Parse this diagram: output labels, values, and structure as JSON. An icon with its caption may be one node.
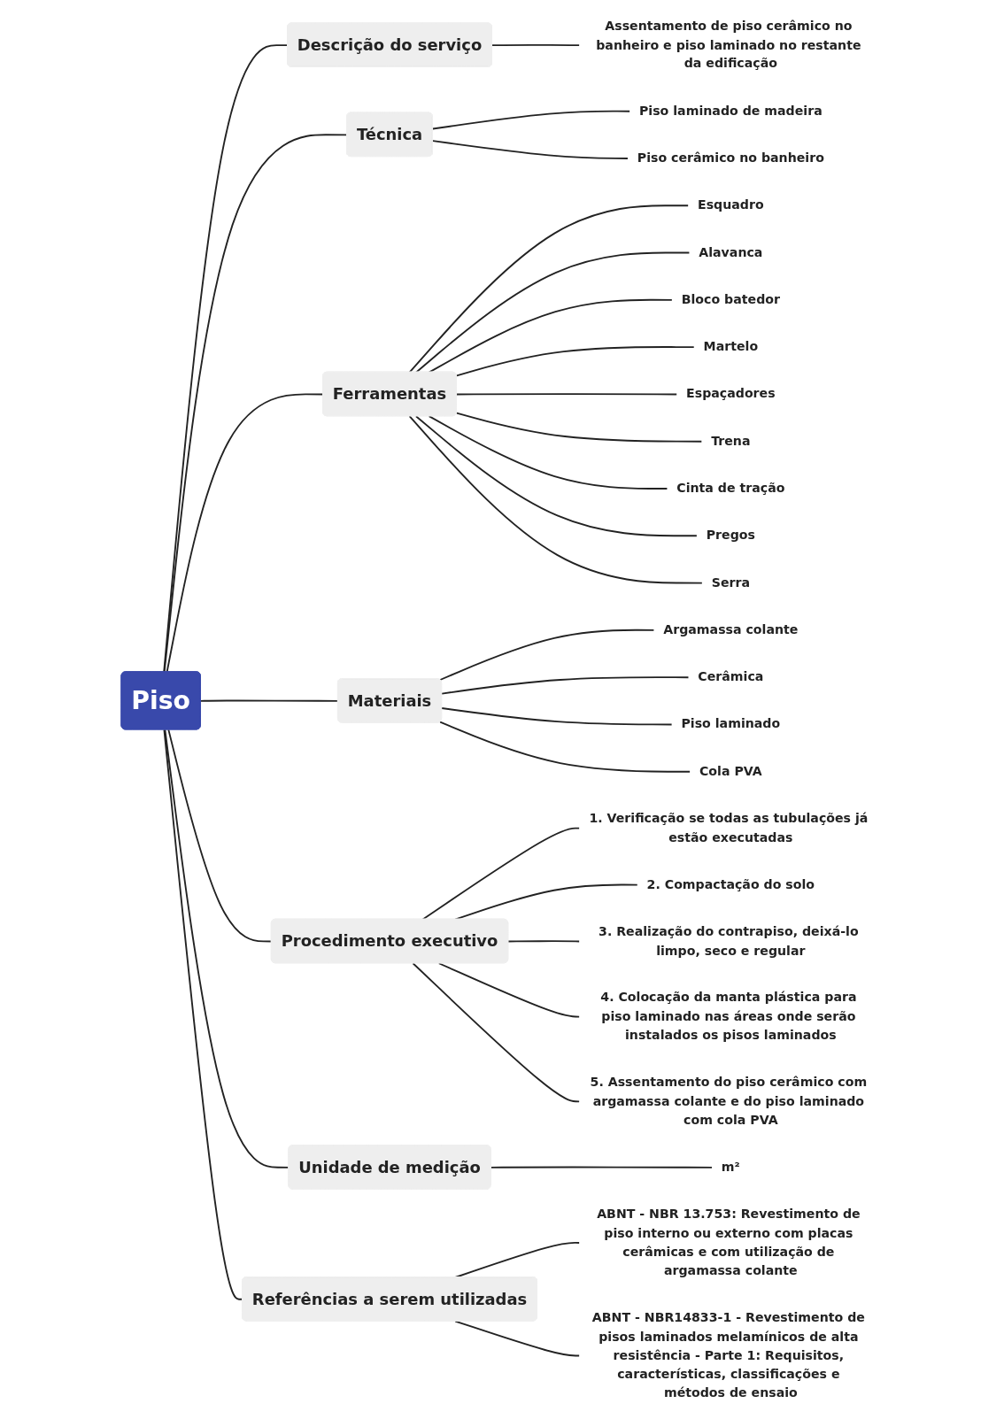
{
  "diagram": {
    "nodes": [
      {
        "text": [
          "Piso"
        ]
      },
      {
        "text": [
          "Descrição do serviço"
        ]
      },
      {
        "text": [
          "Assentamento de piso cerâmico no banheiro e piso laminado no restante da edificação"
        ]
      },
      {
        "text": [
          "Técnica"
        ]
      },
      {
        "text": [
          "Piso laminado de madeira"
        ]
      },
      {
        "text": [
          "Piso cerâmico no banheiro"
        ]
      },
      {
        "text": [
          "Ferramentas"
        ]
      },
      {
        "text": [
          "Esquadro"
        ]
      },
      {
        "text": [
          "Alavanca"
        ]
      },
      {
        "text": [
          "Bloco batedor"
        ]
      },
      {
        "text": [
          "Martelo"
        ]
      },
      {
        "text": [
          "Espaçadores"
        ]
      },
      {
        "text": [
          "Trena"
        ]
      },
      {
        "text": [
          "Cinta de tração"
        ]
      },
      {
        "text": [
          "Pregos"
        ]
      },
      {
        "text": [
          "Serra"
        ]
      },
      {
        "text": [
          "Materiais"
        ]
      },
      {
        "text": [
          "Argamassa colante"
        ]
      },
      {
        "text": [
          "Cerâmica"
        ]
      },
      {
        "text": [
          "Piso laminado"
        ]
      },
      {
        "text": [
          "Cola PVA"
        ]
      },
      {
        "text": [
          "Procedimento executivo"
        ]
      },
      {
        "text": [
          "1. Verificação se todas as tubulações já estão executadas"
        ]
      },
      {
        "text": [
          "2. Compactação do solo"
        ]
      },
      {
        "text": [
          "3. Realização do contrapiso, deixá-lo limpo, seco e regular"
        ]
      },
      {
        "text": [
          "4. Colocação da manta plástica para piso laminado nas áreas onde serão instalados os pisos laminados"
        ]
      },
      {
        "text": [
          "5. Assentamento do piso cerâmico com argamassa colante e do piso laminado com cola PVA"
        ]
      },
      {
        "text": [
          "Unidade de medição"
        ]
      },
      {
        "text": [
          "m²"
        ]
      },
      {
        "text": [
          "Referências a serem utilizadas"
        ]
      },
      {
        "text": [
          "ABNT - NBR 13.753: Revestimento de piso interno ou externo com placas cerâmicas e com utilização de argamassa colante"
        ]
      },
      {
        "text": [
          "ABNT - NBR14833-1 - Revestimento de pisos laminados melamínicos de alta resistência - Parte 1: Requisitos, características, classificações e métodos de ensaio"
        ]
      }
    ],
    "edges": [
      {
        "from": 0,
        "to": 1,
        "arrow": "none"
      },
      {
        "from": 1,
        "to": 2,
        "arrow": "none"
      },
      {
        "from": 0,
        "to": 3,
        "arrow": "none"
      },
      {
        "from": 3,
        "to": 4,
        "arrow": "none"
      },
      {
        "from": 3,
        "to": 5,
        "arrow": "none"
      },
      {
        "from": 0,
        "to": 6,
        "arrow": "none"
      },
      {
        "from": 6,
        "to": 7,
        "arrow": "none"
      },
      {
        "from": 6,
        "to": 8,
        "arrow": "none"
      },
      {
        "from": 6,
        "to": 9,
        "arrow": "none"
      },
      {
        "from": 6,
        "to": 10,
        "arrow": "none"
      },
      {
        "from": 6,
        "to": 11,
        "arrow": "none"
      },
      {
        "from": 6,
        "to": 12,
        "arrow": "none"
      },
      {
        "from": 6,
        "to": 13,
        "arrow": "none"
      },
      {
        "from": 6,
        "to": 14,
        "arrow": "none"
      },
      {
        "from": 6,
        "to": 15,
        "arrow": "none"
      },
      {
        "from": 0,
        "to": 16,
        "arrow": "none"
      },
      {
        "from": 16,
        "to": 17,
        "arrow": "none"
      },
      {
        "from": 16,
        "to": 18,
        "arrow": "none"
      },
      {
        "from": 16,
        "to": 19,
        "arrow": "none"
      },
      {
        "from": 16,
        "to": 20,
        "arrow": "none"
      },
      {
        "from": 0,
        "to": 21,
        "arrow": "none"
      },
      {
        "from": 21,
        "to": 22,
        "arrow": "none"
      },
      {
        "from": 21,
        "to": 23,
        "arrow": "none"
      },
      {
        "from": 21,
        "to": 24,
        "arrow": "none"
      },
      {
        "from": 21,
        "to": 25,
        "arrow": "none"
      },
      {
        "from": 21,
        "to": 26,
        "arrow": "none"
      },
      {
        "from": 0,
        "to": 27,
        "arrow": "none"
      },
      {
        "from": 27,
        "to": 28,
        "arrow": "none"
      },
      {
        "from": 0,
        "to": 29,
        "arrow": "none"
      },
      {
        "from": 29,
        "to": 30,
        "arrow": "none"
      },
      {
        "from": 29,
        "to": 31,
        "arrow": "none"
      }
    ]
  }
}
